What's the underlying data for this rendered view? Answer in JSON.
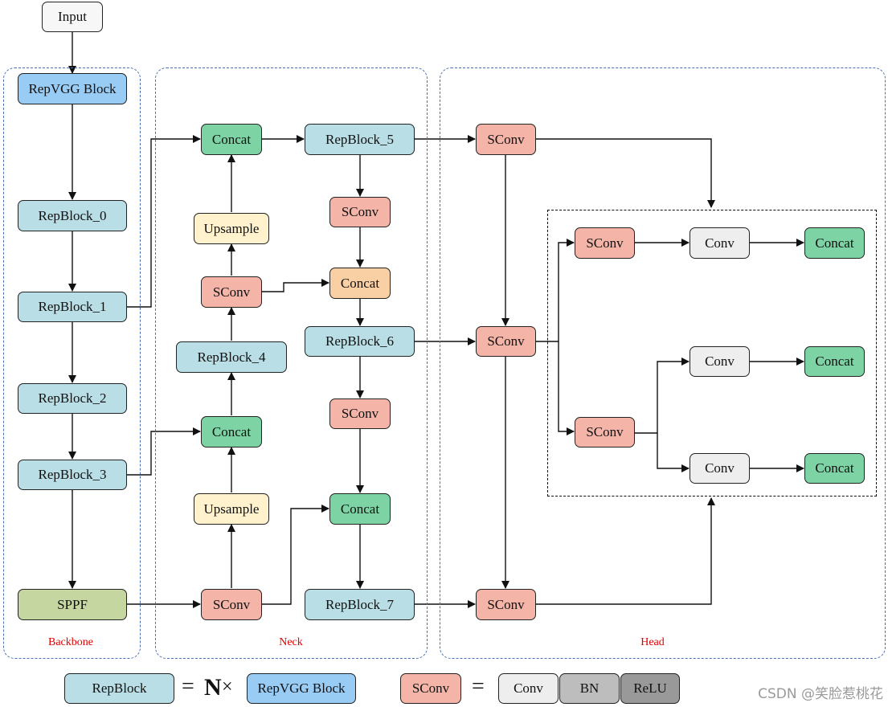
{
  "nodes": {
    "input": "Input",
    "repvgg_block": "RepVGG Block",
    "repblock_0": "RepBlock_0",
    "repblock_1": "RepBlock_1",
    "repblock_2": "RepBlock_2",
    "repblock_3": "RepBlock_3",
    "sppf": "SPPF",
    "neck_concat_top": "Concat",
    "neck_upsample_top": "Upsample",
    "neck_sconv_mid": "SConv",
    "repblock_4": "RepBlock_4",
    "neck_concat_mid": "Concat",
    "neck_upsample_bottom": "Upsample",
    "neck_sconv_bottom": "SConv",
    "repblock_5": "RepBlock_5",
    "neck_sconv_r1": "SConv",
    "neck_concat_orange": "Concat",
    "repblock_6": "RepBlock_6",
    "neck_sconv_r2": "SConv",
    "neck_concat_r2": "Concat",
    "repblock_7": "RepBlock_7",
    "head_sconv_top": "SConv",
    "head_sconv_mid": "SConv",
    "head_sconv_bottom": "SConv",
    "det_sconv_top": "SConv",
    "det_conv_top": "Conv",
    "det_concat_top": "Concat",
    "det_sconv_lower": "SConv",
    "det_conv_mid": "Conv",
    "det_concat_mid": "Concat",
    "det_conv_bottom": "Conv",
    "det_concat_bottom": "Concat"
  },
  "panels": {
    "backbone": "Backbone",
    "neck": "Neck",
    "head": "Head"
  },
  "legend": {
    "repblock": "RepBlock",
    "equals_1": "=",
    "n_symbol": "N",
    "times": "×",
    "repvgg_block": "RepVGG Block",
    "sconv": "SConv",
    "equals_2": "=",
    "conv": "Conv",
    "bn": "BN",
    "relu": "ReLU"
  },
  "watermark": "CSDN @笑脸惹桃花",
  "colors": {
    "repvgg": "#99ccf5",
    "repblock": "#b9dee6",
    "sppf": "#c6d6a0",
    "concat_green": "#7dd3a4",
    "concat_orange": "#f9cfa4",
    "upsample": "#fff2cc",
    "sconv": "#f4b4a7",
    "conv": "#eeeeee",
    "bn": "#bdbdbd",
    "relu": "#999999",
    "panel_border": "#4a6fb5",
    "panel_label": "#e00000"
  }
}
